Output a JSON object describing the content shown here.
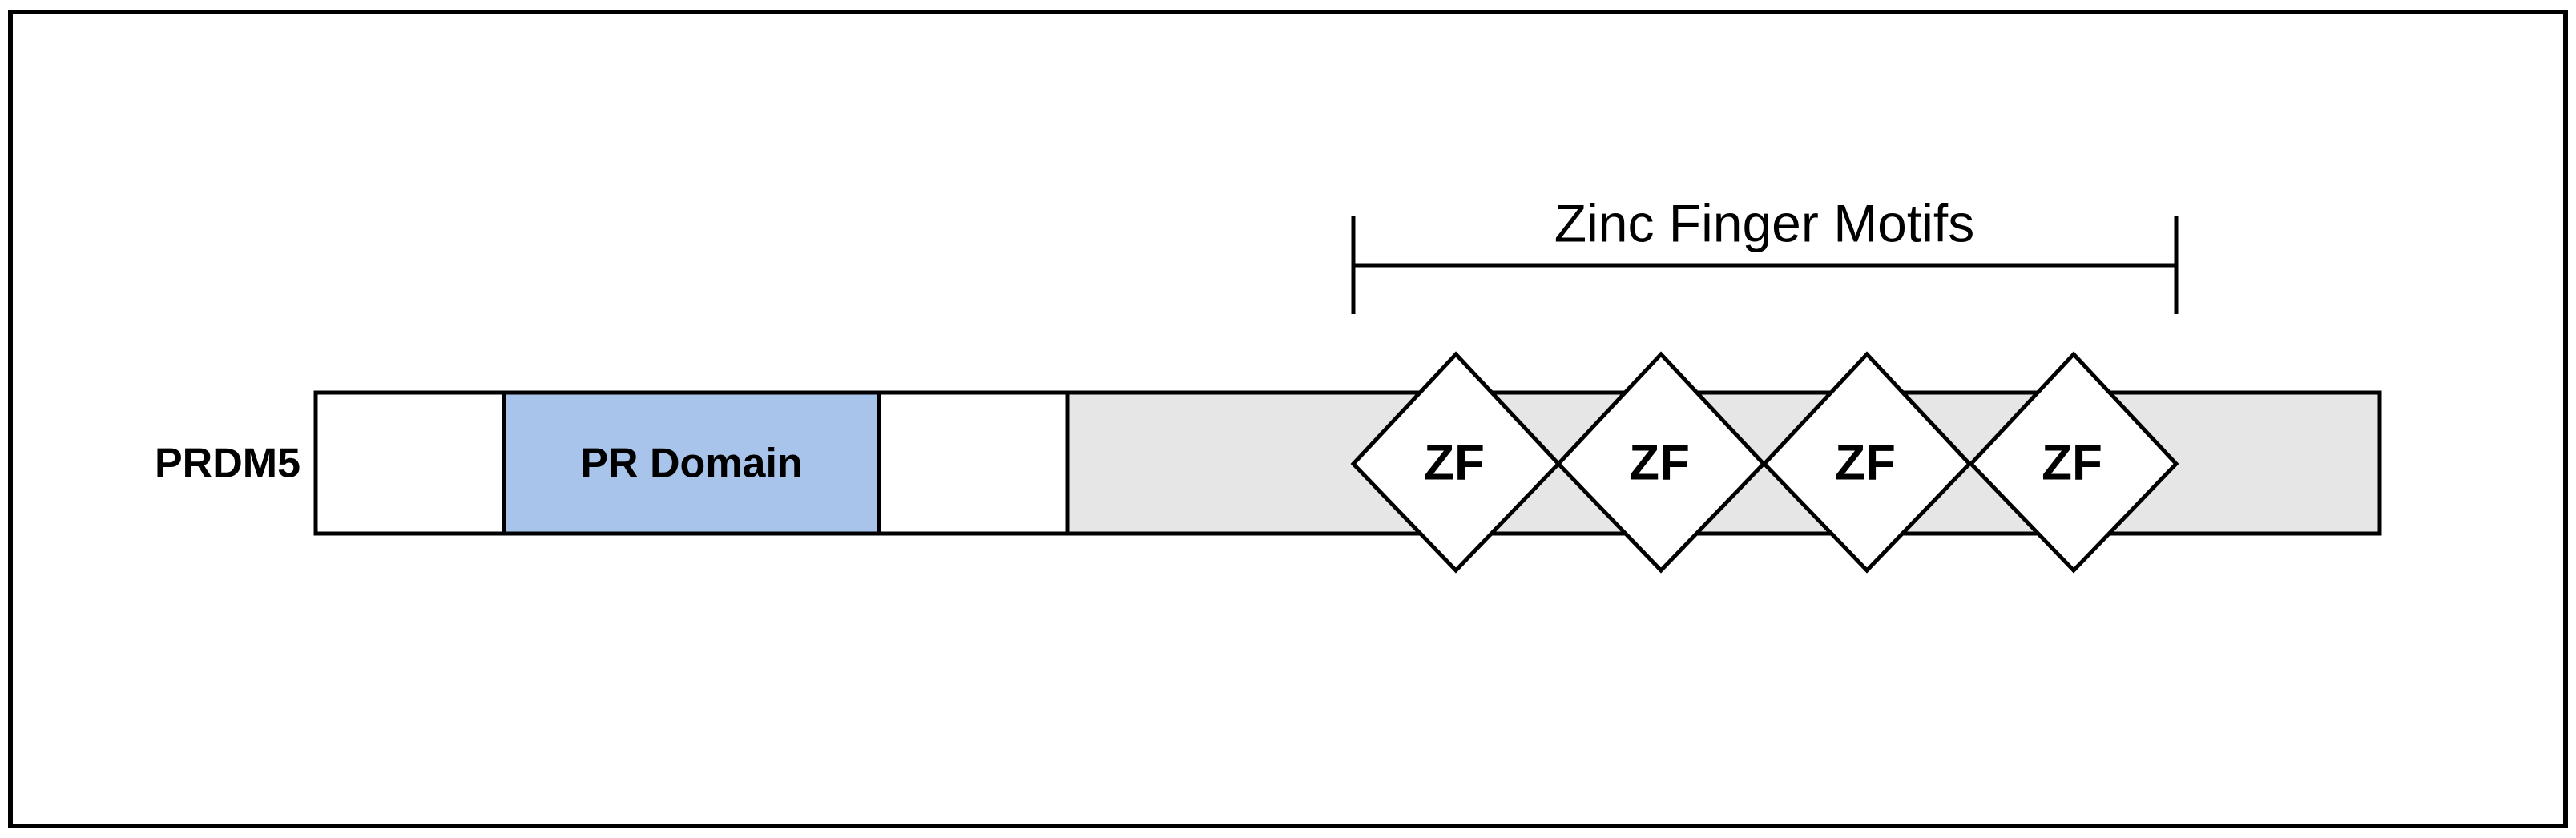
{
  "protein": {
    "name": "PRDM5",
    "segments": [
      {
        "label": "",
        "kind": "plain"
      },
      {
        "label": "PR Domain",
        "kind": "pr-domain"
      },
      {
        "label": "",
        "kind": "plain"
      },
      {
        "label": "",
        "kind": "zinc-finger-region"
      }
    ],
    "zinc_fingers": [
      "ZF",
      "ZF",
      "ZF",
      "ZF"
    ]
  },
  "bracket": {
    "label": "Zinc Finger Motifs"
  },
  "colors": {
    "pr_domain": "#a8c4ea",
    "zinc_finger_region": "#e6e6e6",
    "plain_segment": "#ffffff",
    "stroke": "#000000"
  }
}
